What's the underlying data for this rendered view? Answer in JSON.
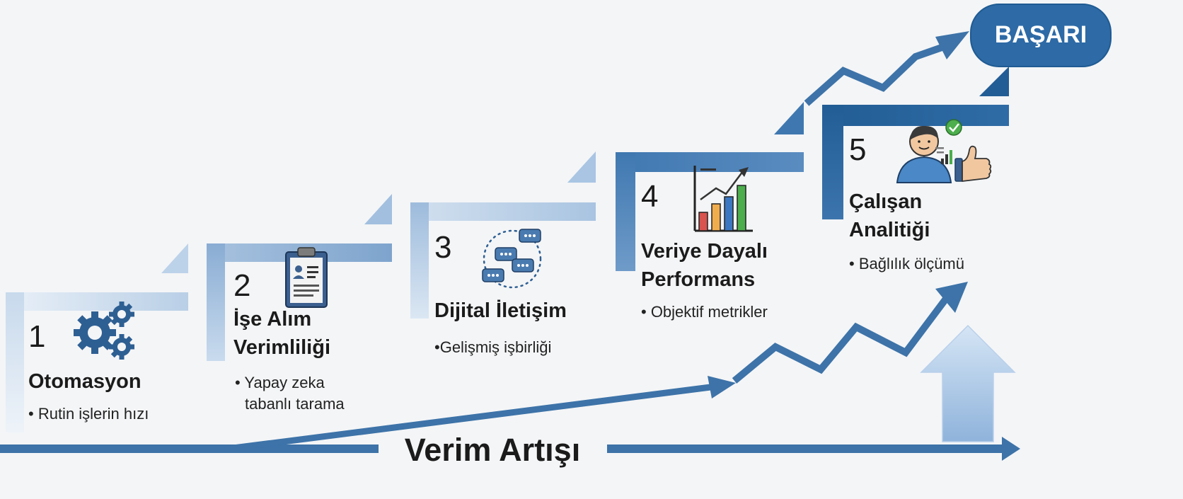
{
  "steps": [
    {
      "number": "1",
      "title_lines": [
        "Otomasyon"
      ],
      "bullet_lines": [
        "• Rutin işlerin hızı"
      ],
      "icon": "gears-icon"
    },
    {
      "number": "2",
      "title_lines": [
        "İşe Alım",
        "Verimliliği"
      ],
      "bullet_lines": [
        "• Yapay zeka",
        "tabanlı tarama"
      ],
      "icon": "clipboard-resume-icon"
    },
    {
      "number": "3",
      "title_lines": [
        "Dijital İletişim"
      ],
      "bullet_lines": [
        "•Gelişmiş işbirliği"
      ],
      "icon": "chat-network-icon"
    },
    {
      "number": "4",
      "title_lines": [
        "Veriye Dayalı",
        "Performans"
      ],
      "bullet_lines": [
        "• Objektif metrikler"
      ],
      "icon": "bar-chart-icon"
    },
    {
      "number": "5",
      "title_lines": [
        "Çalışan",
        "Analitiği"
      ],
      "bullet_lines": [
        "• Bağlılık ölçümü"
      ],
      "icon": "employee-analytics-icon"
    }
  ],
  "goal": {
    "label": "BAŞARI"
  },
  "axis": {
    "label": "Verim Artışı"
  },
  "colors": {
    "step_dark": "#1f5b93",
    "step_light": "#dce8f4",
    "arrow": "#3d73a8",
    "badge": "#2d6aa6",
    "up_arrow": "#a9c6e6"
  }
}
